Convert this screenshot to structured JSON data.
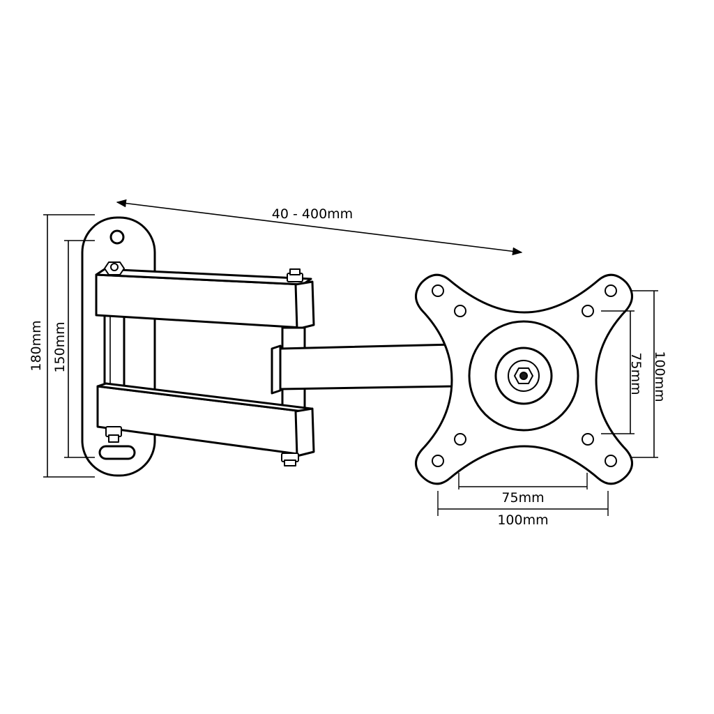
{
  "dimensions": {
    "extension": "40 - 400mm",
    "wall_plate_height": "180mm",
    "wall_plate_hole_spacing": "150mm",
    "vesa_small_vertical": "75mm",
    "vesa_large_vertical": "100mm",
    "vesa_small_horizontal": "75mm",
    "vesa_large_horizontal": "100mm"
  },
  "colors": {
    "line": "#000000",
    "background": "#ffffff"
  }
}
